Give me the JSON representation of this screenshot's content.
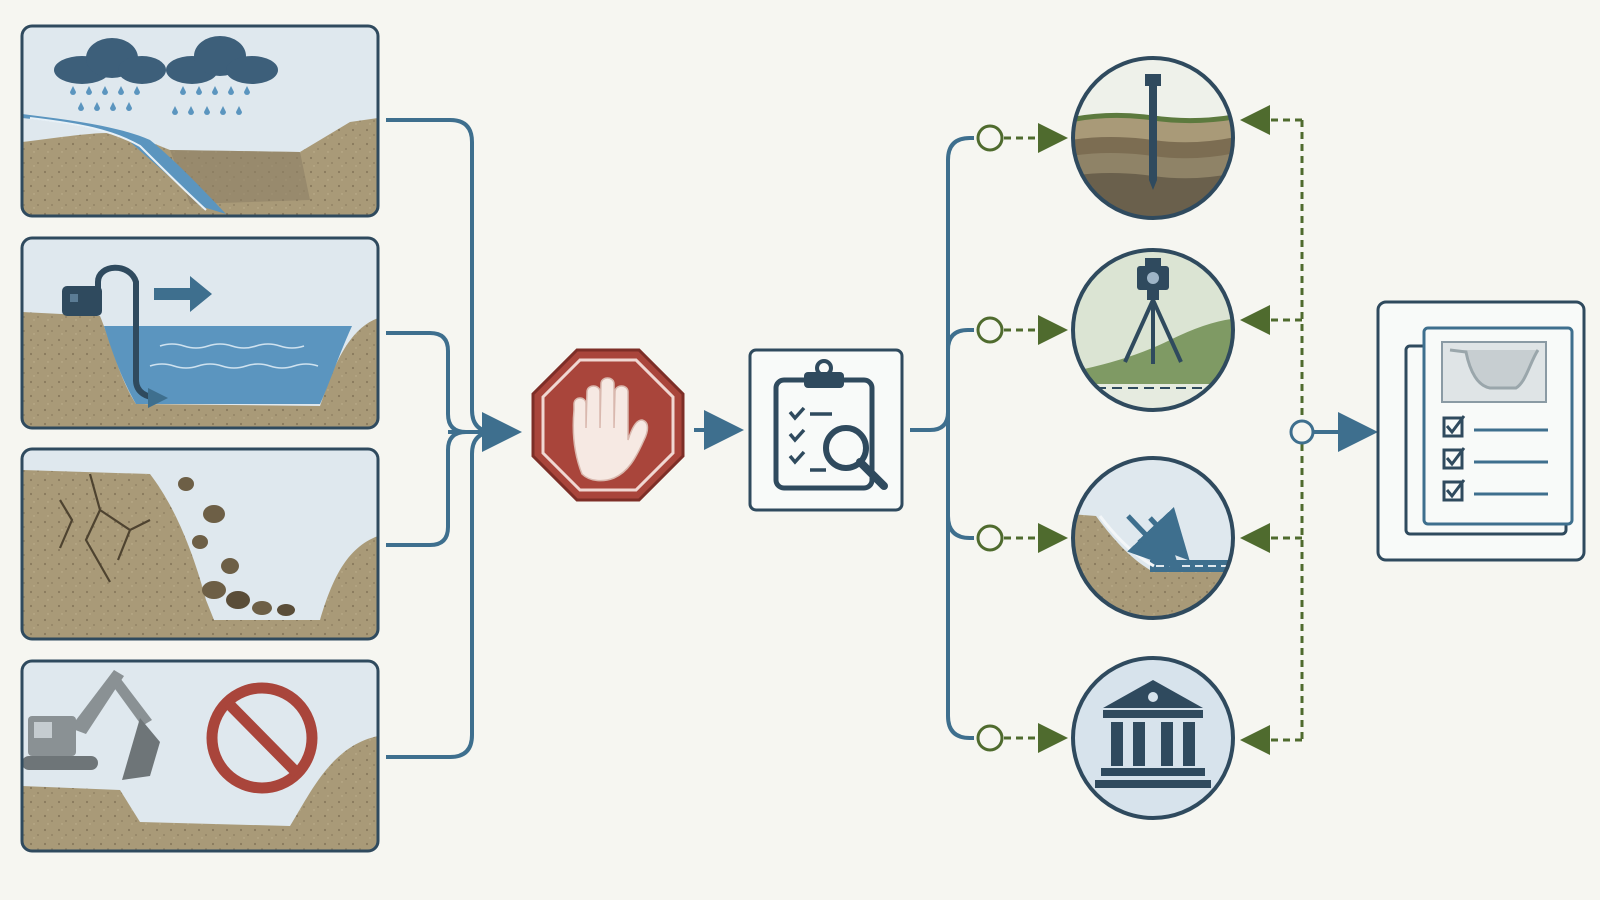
{
  "diagram": {
    "background": "#f6f6f1",
    "colors": {
      "line_blue": "#3e6f8e",
      "frame_dark": "#2f4a5e",
      "stop_red": "#a9453b",
      "check_green": "#4f6b2e",
      "sky": "#dfe8ee",
      "water": "#5b95bf",
      "soil": "#a99a78",
      "soil_dark": "#7c6d52",
      "grass": "#7f9a64",
      "ledger_fill": "#d7e3ec"
    },
    "trigger_conditions": [
      {
        "id": "heavy-rainfall",
        "icon": "rain-cloud-icon"
      },
      {
        "id": "water-accumulation",
        "icon": "water-pump-icon"
      },
      {
        "id": "wall-collapse",
        "icon": "collapsing-wall-icon"
      },
      {
        "id": "equipment-prohibited",
        "icon": "excavator-prohibited-icon"
      }
    ],
    "stop_step": {
      "id": "stop-work",
      "icon": "stop-hand-icon"
    },
    "inspect_step": {
      "id": "inspection",
      "icon": "clipboard-magnifier-icon"
    },
    "checks": [
      {
        "id": "soil-probe",
        "icon": "soil-probe-icon"
      },
      {
        "id": "survey",
        "icon": "survey-tripod-icon"
      },
      {
        "id": "slope-drainage",
        "icon": "slope-drainage-icon"
      },
      {
        "id": "authority-approval",
        "icon": "government-building-icon"
      }
    ],
    "report": {
      "id": "report",
      "icon": "report-checklist-icon"
    }
  }
}
